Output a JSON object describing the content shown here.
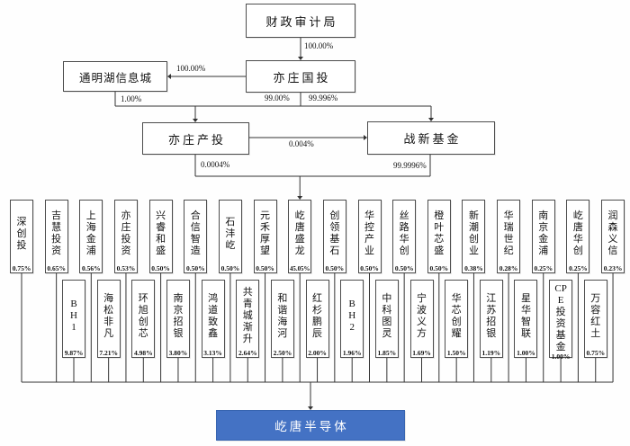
{
  "diagram": {
    "title": "ownership-structure-chart",
    "nodes": {
      "finance_audit_bureau": "财政审计局",
      "yizhuang_guotou": "亦庄国投",
      "tongminghu": "通明湖信息城",
      "yizhuang_chantou": "亦庄产投",
      "zhanxin_fund": "战新基金",
      "company": "屹唐半导体"
    },
    "edge_labels": {
      "bureau_to_guotou": "100.00%",
      "guotou_to_tongminghu": "100.00%",
      "tongminghu_to_chantou": "1.00%",
      "guotou_to_chantou": "99.00%",
      "guotou_to_zhanxin": "99.996%",
      "chantou_to_zhanxin": "0.004%",
      "chantou_to_shenglong": "0.0004%",
      "zhanxin_to_shenglong": "99.9996%"
    },
    "upper_shareholders": [
      {
        "name": "深创投",
        "pct": "0.75%"
      },
      {
        "name": "吉慧投资",
        "pct": "0.65%"
      },
      {
        "name": "上海金浦",
        "pct": "0.56%"
      },
      {
        "name": "亦庄投资",
        "pct": "0.53%"
      },
      {
        "name": "兴睿和盛",
        "pct": "0.50%"
      },
      {
        "name": "合信智造",
        "pct": "0.50%"
      },
      {
        "name": "石沣屹",
        "pct": "0.50%"
      },
      {
        "name": "元禾厚望",
        "pct": "0.50%"
      },
      {
        "name": "屹唐盛龙",
        "pct": "45.05%"
      },
      {
        "name": "创领基石",
        "pct": "0.50%"
      },
      {
        "name": "华控产业",
        "pct": "0.50%"
      },
      {
        "name": "丝路华创",
        "pct": "0.50%"
      },
      {
        "name": "橙叶芯盛",
        "pct": "0.50%"
      },
      {
        "name": "新潮创业",
        "pct": "0.38%"
      },
      {
        "name": "华瑞世纪",
        "pct": "0.28%"
      },
      {
        "name": "南京金浦",
        "pct": "0.25%"
      },
      {
        "name": "屹唐华创",
        "pct": "0.25%"
      },
      {
        "name": "润森义信",
        "pct": "0.23%"
      }
    ],
    "lower_shareholders": [
      {
        "name": "BH1",
        "pct": "9.87%"
      },
      {
        "name": "海松非凡",
        "pct": "7.21%"
      },
      {
        "name": "环旭创芯",
        "pct": "4.98%"
      },
      {
        "name": "南京招银",
        "pct": "3.80%"
      },
      {
        "name": "鸿道致鑫",
        "pct": "3.13%"
      },
      {
        "name": "共青城渐升",
        "pct": "2.64%"
      },
      {
        "name": "和谐海河",
        "pct": "2.50%"
      },
      {
        "name": "红杉鹏辰",
        "pct": "2.00%"
      },
      {
        "name": "BH2",
        "pct": "1.96%"
      },
      {
        "name": "中科图灵",
        "pct": "1.85%"
      },
      {
        "name": "宁波义方",
        "pct": "1.69%"
      },
      {
        "name": "华芯创耀",
        "pct": "1.50%"
      },
      {
        "name": "江苏招银",
        "pct": "1.19%"
      },
      {
        "name": "星华智联",
        "pct": "1.00%"
      },
      {
        "name": "CPE投资基金",
        "pct": "1.00%"
      },
      {
        "name": "万容红土",
        "pct": "0.75%"
      }
    ],
    "company_color": "#4472C4",
    "line_color": "#333333"
  }
}
